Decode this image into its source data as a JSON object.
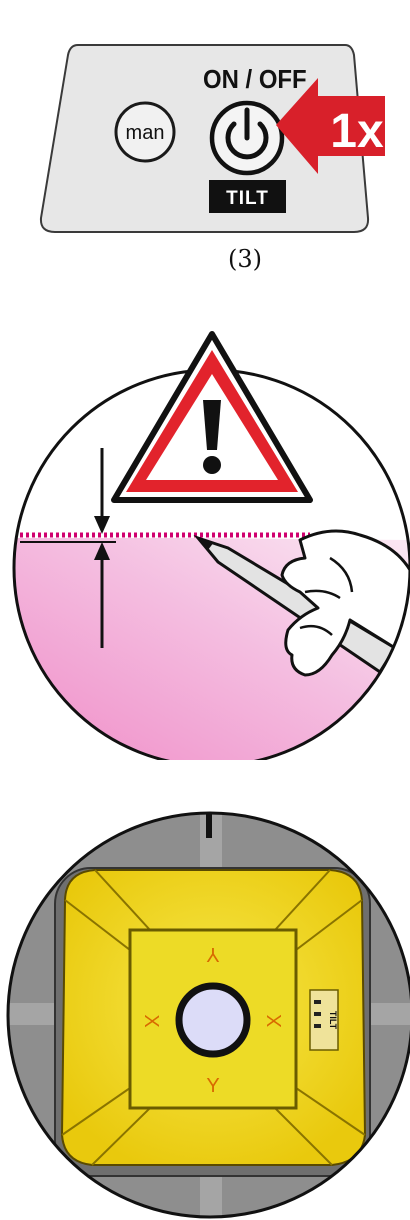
{
  "control_panel": {
    "man_label": "man",
    "power_label": "ON / OFF",
    "tilt_label": "TILT",
    "press_count": "1x",
    "step_caption": "(3)"
  },
  "device": {
    "axis_top": "Y",
    "axis_bottom": "Y",
    "axis_left": "X",
    "axis_right": "X",
    "side_label": "TILT"
  },
  "colors": {
    "arrow_red": "#d8202a",
    "warning_red": "#e2232c",
    "laser_magenta": "#d0006f",
    "pink_fill": "#f3a6d2",
    "device_yellow": "#f2dc18",
    "device_gray": "#8e8e8e",
    "panel_gray": "#e6e6e6",
    "lens": "#dcdcf8"
  },
  "icons": [
    "power-icon",
    "press-arrow-icon",
    "warning-triangle-icon",
    "exclamation-icon",
    "hand-pencil-icon",
    "measure-arrow-icon"
  ]
}
